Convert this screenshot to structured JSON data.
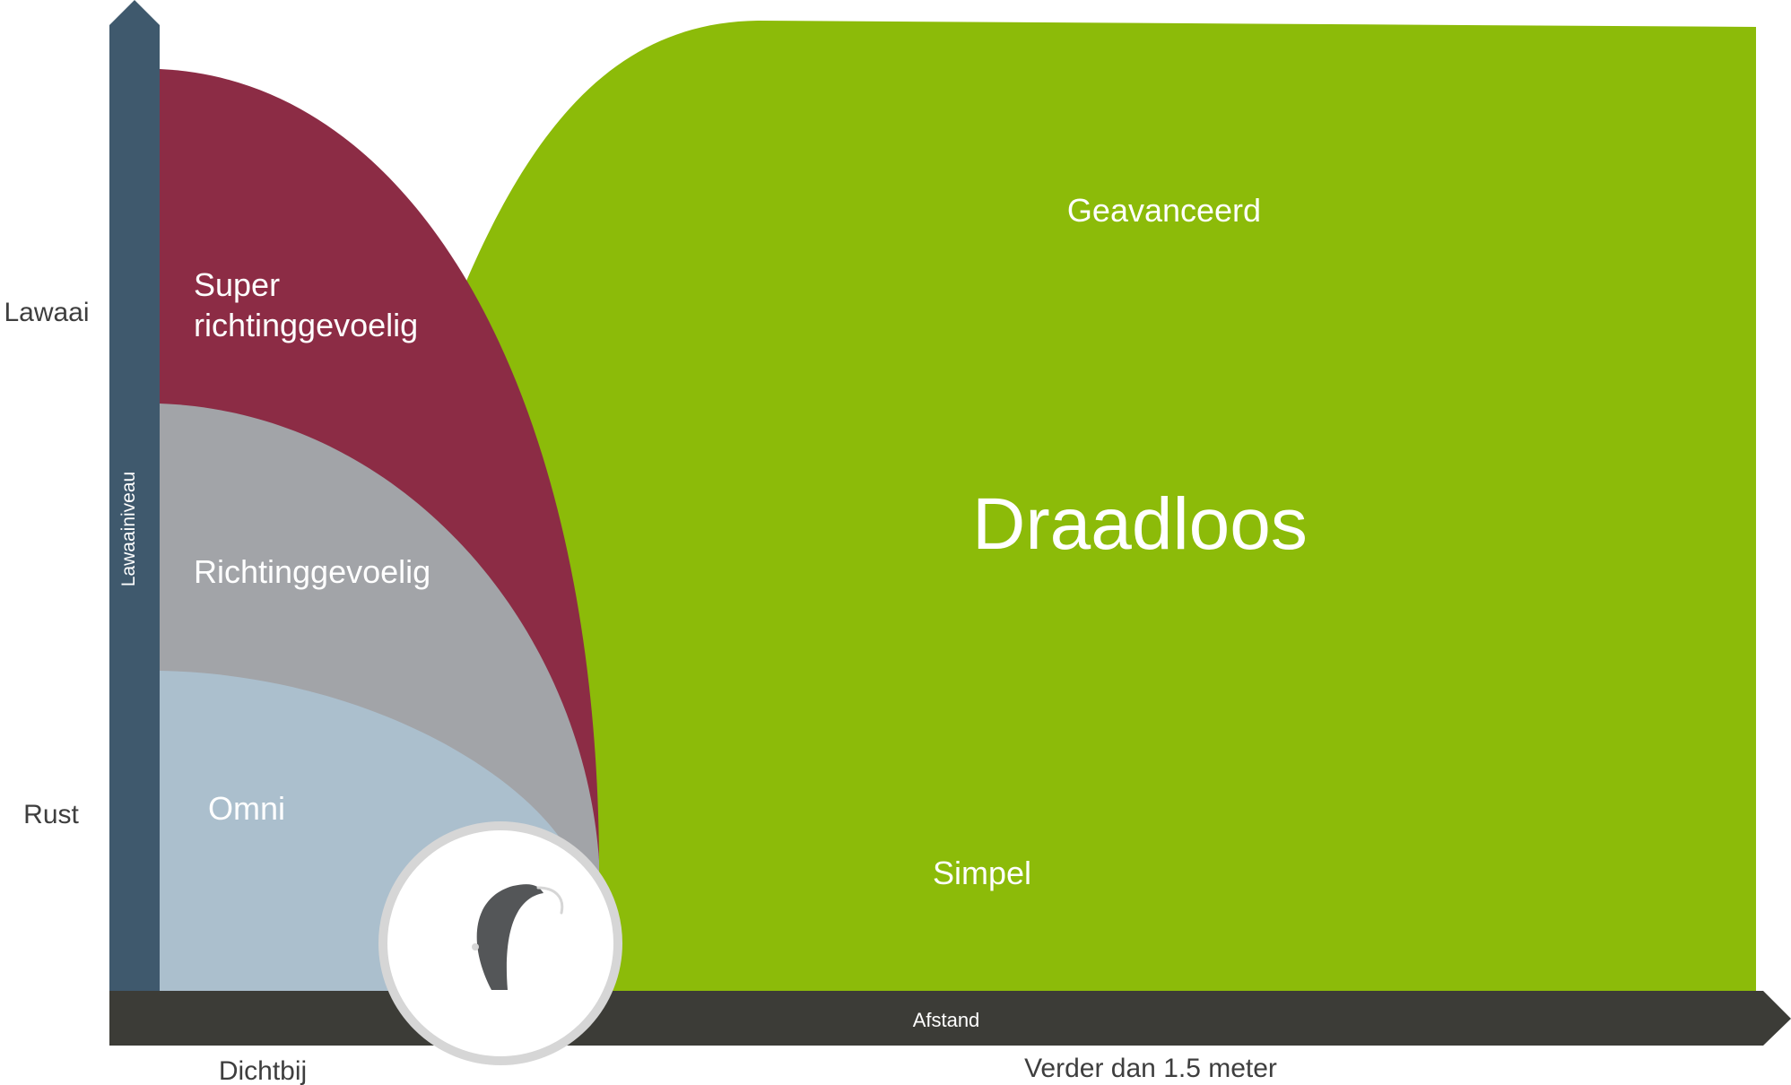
{
  "colors": {
    "wireless": "#8cbb09",
    "super_directional": "#8c2c45",
    "directional": "#a2a4a8",
    "omni": "#abbfcd",
    "y_axis": "#3f596d",
    "x_axis": "#3c3c37",
    "device_border": "#d6d6d6",
    "device_fill": "#ffffff",
    "hearing_aid_body": "#545658",
    "outside_label": "#3e3e3e",
    "inside_label": "#ffffff"
  },
  "y_axis": {
    "label": "Lawaainiveau",
    "top_label": "Lawaai",
    "bottom_label": "Rust"
  },
  "x_axis": {
    "label": "Afstand",
    "left_label": "Dichtbij",
    "right_label": "Verder dan 1.5 meter"
  },
  "regions": {
    "super_directional": {
      "line1": "Super",
      "line2": "richtinggevoelig"
    },
    "directional": {
      "label": "Richtinggevoelig"
    },
    "omni": {
      "label": "Omni"
    },
    "wireless": {
      "title": "Draadloos",
      "top_label": "Geavanceerd",
      "bottom_label": "Simpel"
    }
  },
  "device": {
    "icon": "hearing-aid-icon"
  }
}
